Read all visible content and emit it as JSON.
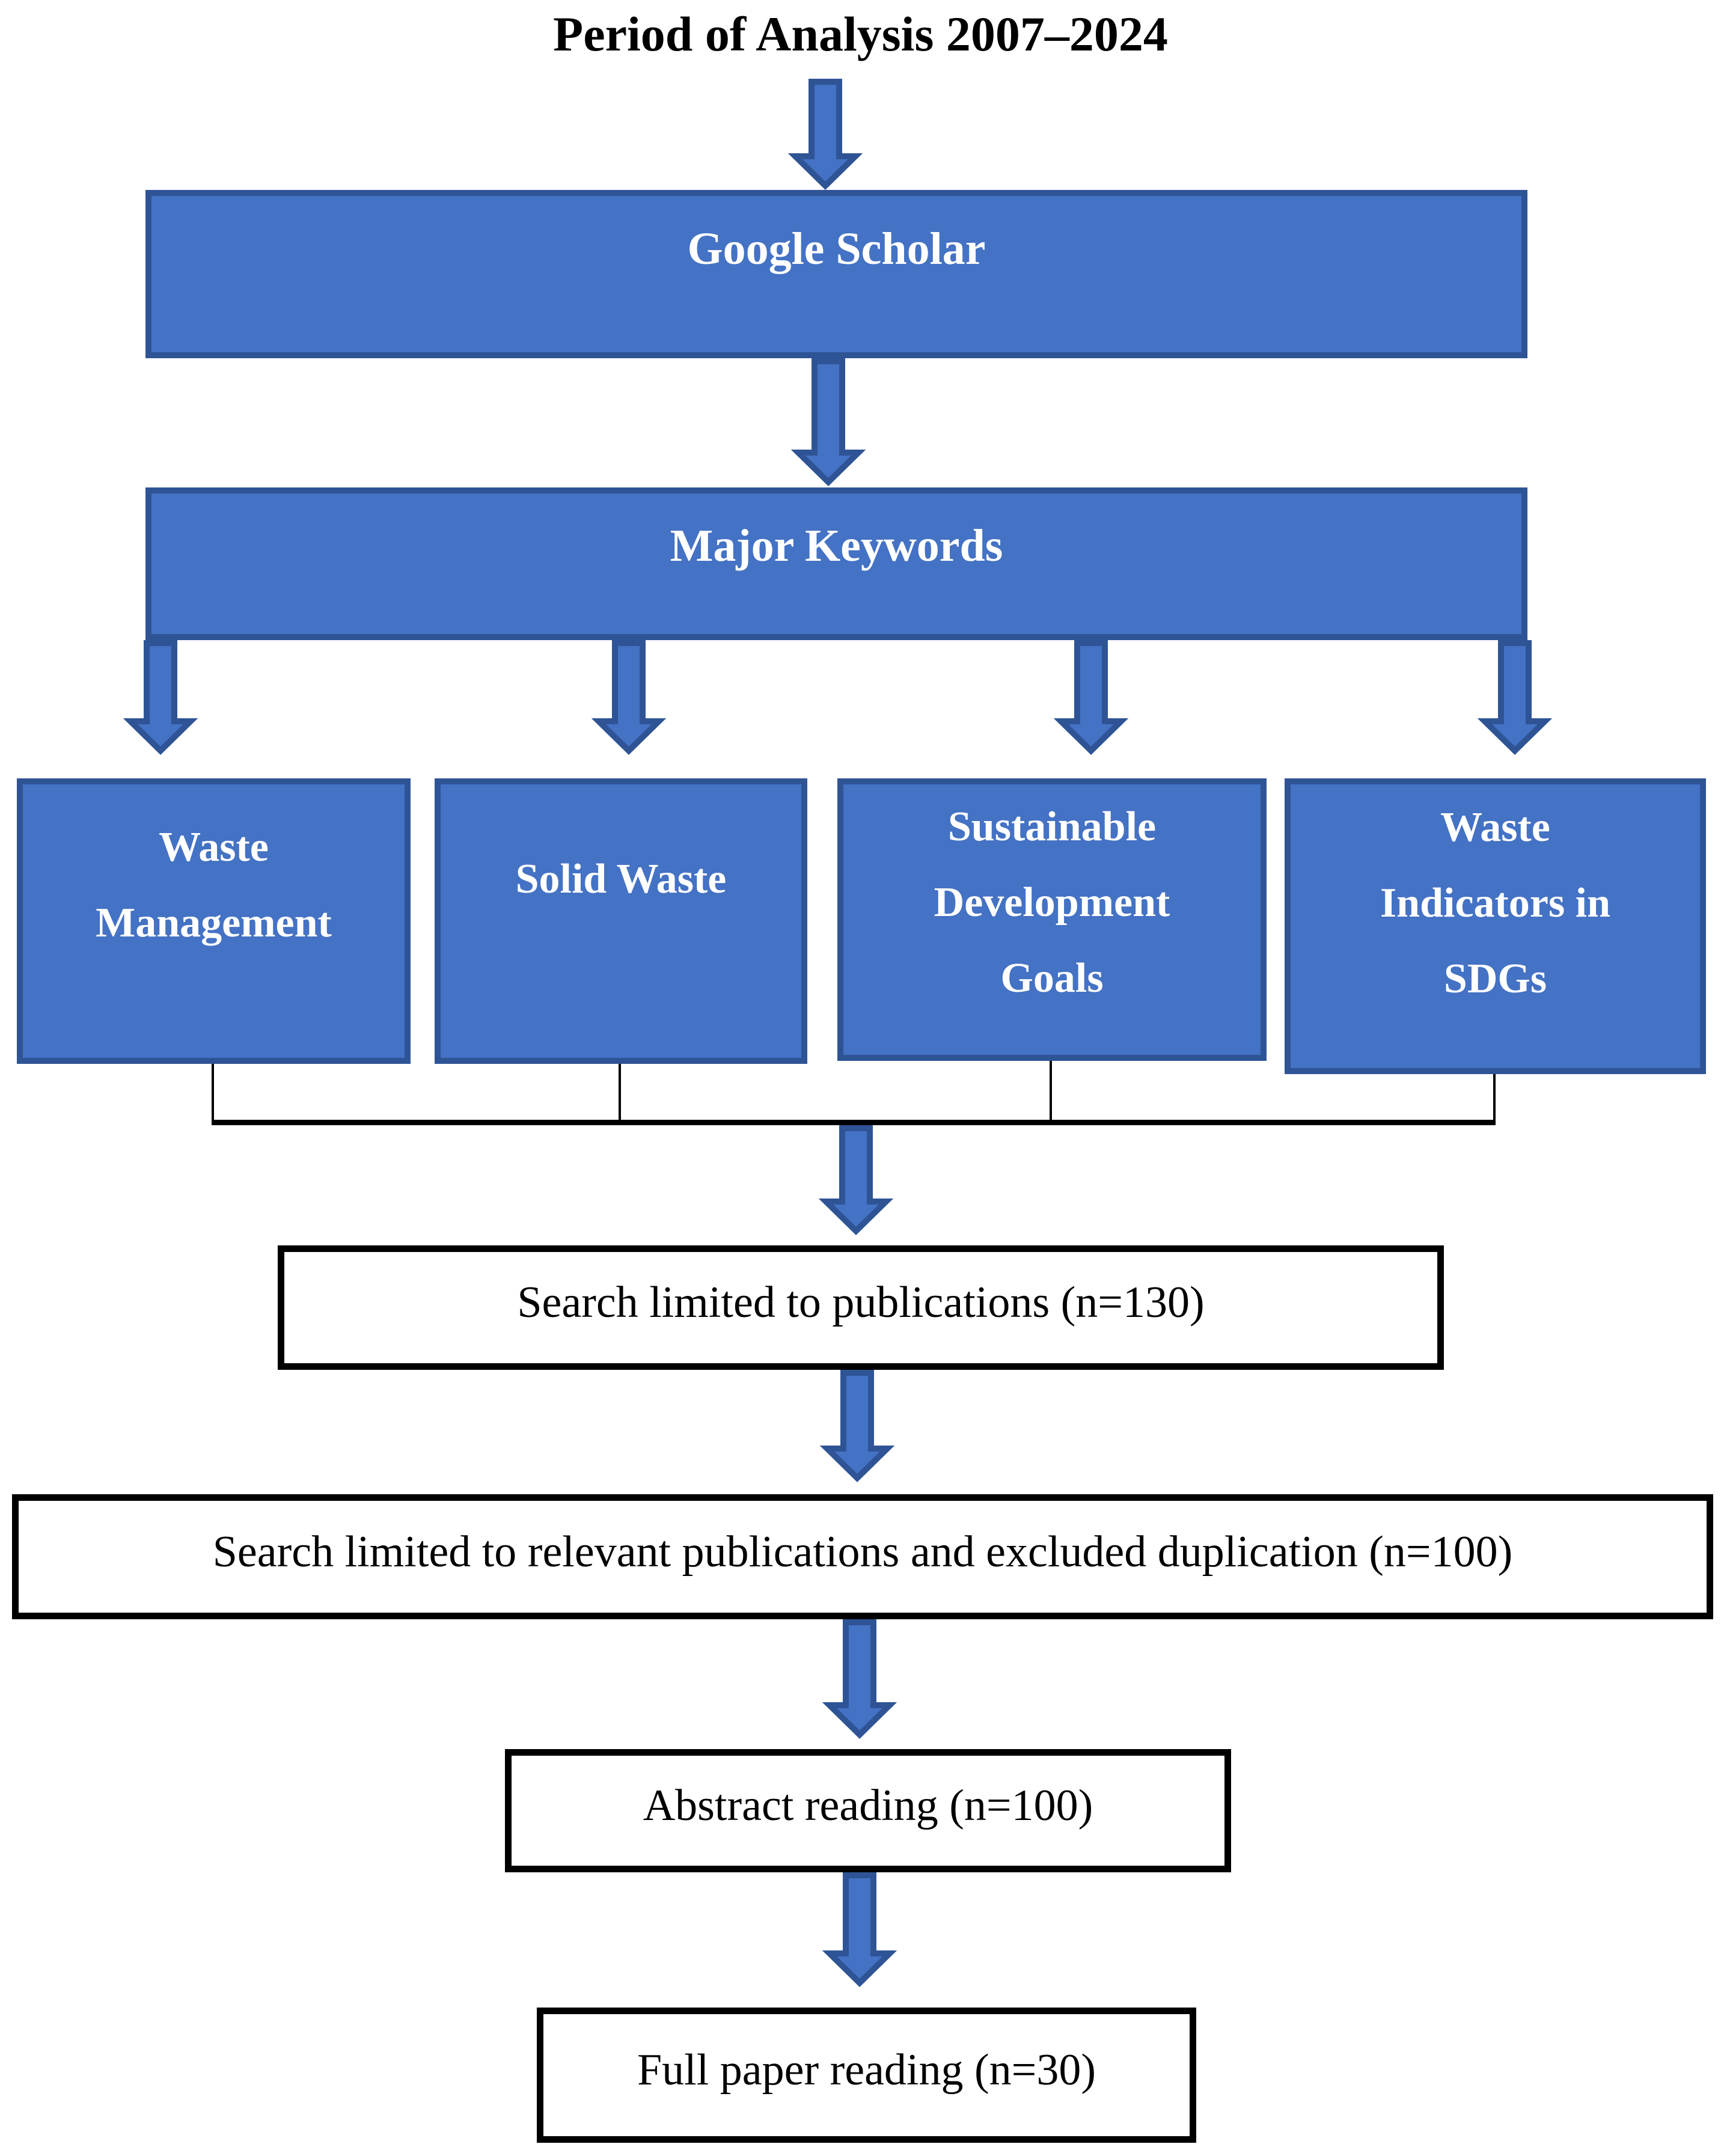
{
  "title": "Period of Analysis 2007–2024",
  "colors": {
    "box_fill": "#4472C4",
    "box_border": "#2F5496",
    "arrow_fill": "#4472C4",
    "arrow_border": "#2F5496",
    "connector": "#000000",
    "white_box_border": "#000000",
    "text_on_blue": "#FFFFFF",
    "text_dark": "#000000",
    "background": "#FFFFFF"
  },
  "flow": {
    "source": {
      "label": "Google Scholar"
    },
    "keywords_header": {
      "label": "Major Keywords"
    },
    "keywords": [
      {
        "label": [
          "Waste",
          "Management"
        ]
      },
      {
        "label": [
          "Solid Waste"
        ]
      },
      {
        "label": [
          "Sustainable",
          "Development",
          "Goals"
        ]
      },
      {
        "label": [
          "Waste",
          "Indicators in",
          "SDGs"
        ]
      }
    ],
    "screening_steps": [
      {
        "label": "Search limited to publications (n=130)"
      },
      {
        "label": "Search limited to relevant publications and excluded duplication (n=100)"
      },
      {
        "label": "Abstract reading (n=100)"
      },
      {
        "label": "Full paper reading (n=30)"
      }
    ]
  }
}
